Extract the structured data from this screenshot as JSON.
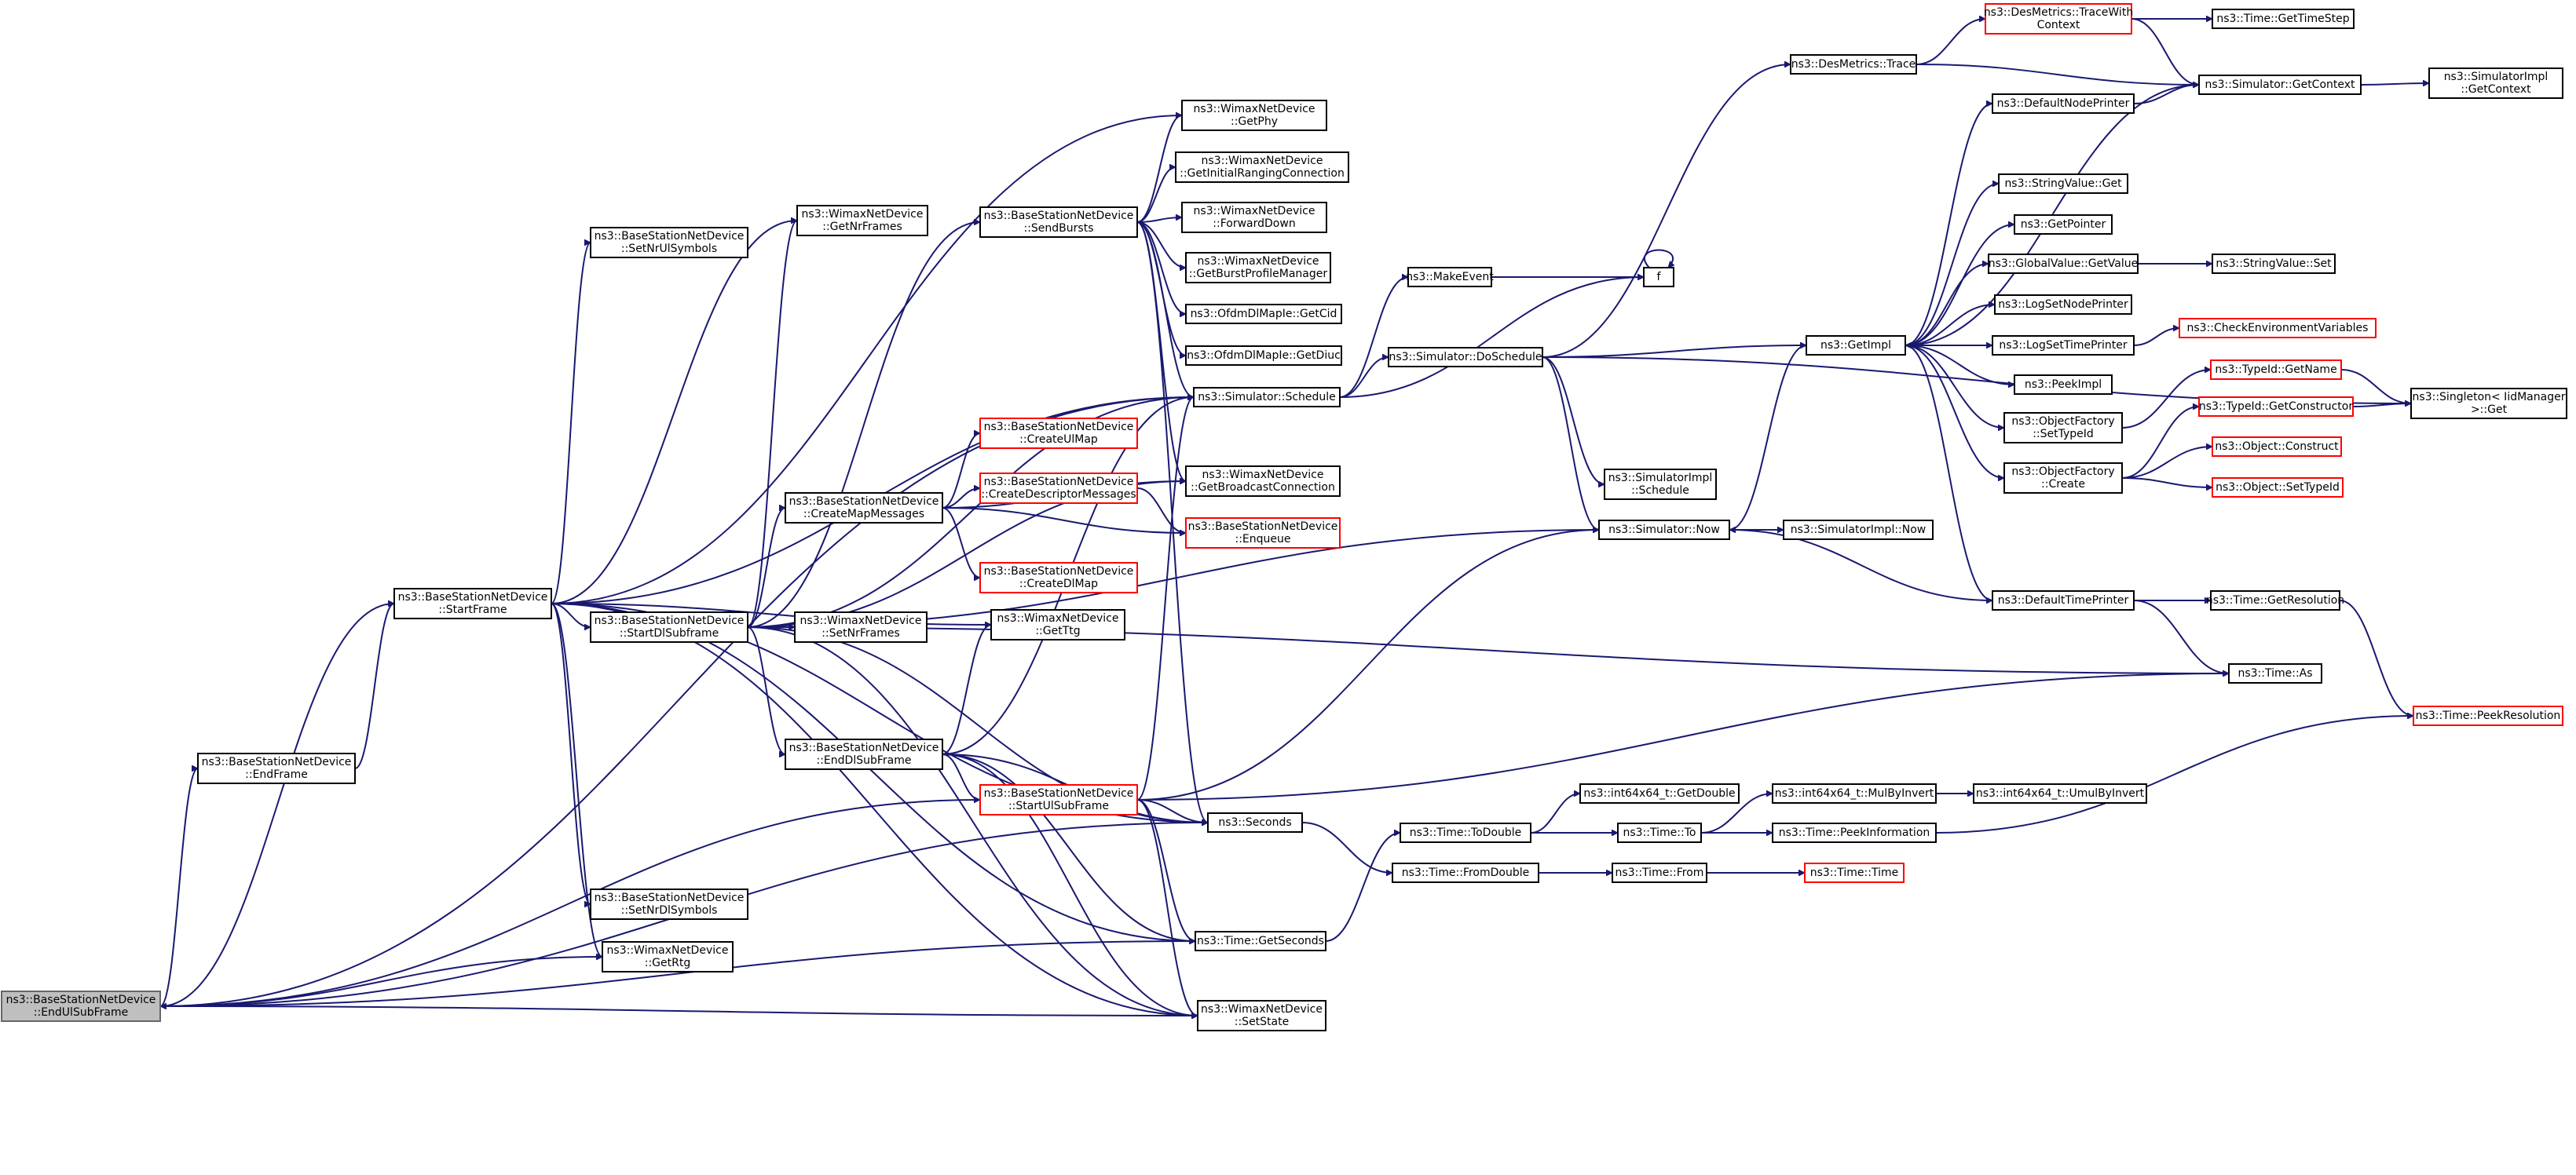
{
  "graph": {
    "root": "endul",
    "colors": {
      "edge": "#191970",
      "node_border": "#000000",
      "unresolved_border": "#ff0000",
      "root_fill": "#bfbfbf",
      "root_border": "#666666"
    },
    "nodes": [
      {
        "id": "endul",
        "lines": [
          "ns3::BaseStationNetDevice",
          "::EndUlSubFrame"
        ],
        "root": true
      },
      {
        "id": "endframe",
        "lines": [
          "ns3::BaseStationNetDevice",
          "::EndFrame"
        ]
      },
      {
        "id": "startframe",
        "lines": [
          "ns3::BaseStationNetDevice",
          "::StartFrame"
        ]
      },
      {
        "id": "setnrul",
        "lines": [
          "ns3::BaseStationNetDevice",
          "::SetNrUlSymbols"
        ]
      },
      {
        "id": "startdl",
        "lines": [
          "ns3::BaseStationNetDevice",
          "::StartDlSubframe"
        ]
      },
      {
        "id": "setnrdl",
        "lines": [
          "ns3::BaseStationNetDevice",
          "::SetNrDlSymbols"
        ]
      },
      {
        "id": "getrtg",
        "lines": [
          "ns3::WimaxNetDevice",
          "::GetRtg"
        ]
      },
      {
        "id": "getnrframes",
        "lines": [
          "ns3::WimaxNetDevice",
          "::GetNrFrames"
        ]
      },
      {
        "id": "sendbursts",
        "lines": [
          "ns3::BaseStationNetDevice",
          "::SendBursts"
        ]
      },
      {
        "id": "createmap",
        "lines": [
          "ns3::BaseStationNetDevice",
          "::CreateMapMessages"
        ]
      },
      {
        "id": "setnrframes",
        "lines": [
          "ns3::WimaxNetDevice",
          "::SetNrFrames"
        ]
      },
      {
        "id": "enddl",
        "lines": [
          "ns3::BaseStationNetDevice",
          "::EndDlSubFrame"
        ]
      },
      {
        "id": "startul",
        "lines": [
          "ns3::BaseStationNetDevice",
          "::StartUlSubFrame"
        ],
        "red": true
      },
      {
        "id": "gettime",
        "lines": [
          "ns3::WimaxNetDevice",
          "::GetTtg"
        ]
      },
      {
        "id": "createulmap",
        "lines": [
          "ns3::BaseStationNetDevice",
          "::CreateUlMap"
        ],
        "red": true
      },
      {
        "id": "createdesc",
        "lines": [
          "ns3::BaseStationNetDevice",
          "::CreateDescriptorMessages"
        ],
        "red": true
      },
      {
        "id": "createdlmap",
        "lines": [
          "ns3::BaseStationNetDevice",
          "::CreateDlMap"
        ],
        "red": true
      },
      {
        "id": "getphy",
        "lines": [
          "ns3::WimaxNetDevice",
          "::GetPhy"
        ]
      },
      {
        "id": "getinitial",
        "lines": [
          "ns3::WimaxNetDevice",
          "::GetInitialRangingConnection"
        ]
      },
      {
        "id": "forwarddown",
        "lines": [
          "ns3::WimaxNetDevice",
          "::ForwardDown"
        ]
      },
      {
        "id": "getburst",
        "lines": [
          "ns3::WimaxNetDevice",
          "::GetBurstProfileManager"
        ]
      },
      {
        "id": "getcid",
        "lines": [
          "ns3::OfdmDlMapIe::GetCid"
        ]
      },
      {
        "id": "getdiuc",
        "lines": [
          "ns3::OfdmDlMapIe::GetDiuc"
        ]
      },
      {
        "id": "schedule",
        "lines": [
          "ns3::Simulator::Schedule"
        ]
      },
      {
        "id": "getbroadcast",
        "lines": [
          "ns3::WimaxNetDevice",
          "::GetBroadcastConnection"
        ]
      },
      {
        "id": "enqueue",
        "lines": [
          "ns3::BaseStationNetDevice",
          "::Enqueue"
        ],
        "red": true
      },
      {
        "id": "seconds",
        "lines": [
          "ns3::Seconds"
        ]
      },
      {
        "id": "getseconds",
        "lines": [
          "ns3::Time::GetSeconds"
        ]
      },
      {
        "id": "setstate",
        "lines": [
          "ns3::WimaxNetDevice",
          "::SetState"
        ]
      },
      {
        "id": "makeevent",
        "lines": [
          "ns3::MakeEvent"
        ]
      },
      {
        "id": "f",
        "lines": [
          "f"
        ]
      },
      {
        "id": "doschedule",
        "lines": [
          "ns3::Simulator::DoSchedule"
        ]
      },
      {
        "id": "simimplsched",
        "lines": [
          "ns3::SimulatorImpl",
          "::Schedule"
        ]
      },
      {
        "id": "now",
        "lines": [
          "ns3::Simulator::Now"
        ]
      },
      {
        "id": "simimplnow",
        "lines": [
          "ns3::SimulatorImpl::Now"
        ]
      },
      {
        "id": "todouble",
        "lines": [
          "ns3::Time::ToDouble"
        ]
      },
      {
        "id": "fromdouble",
        "lines": [
          "ns3::Time::FromDouble"
        ]
      },
      {
        "id": "getdouble",
        "lines": [
          "ns3::int64x64_t::GetDouble"
        ]
      },
      {
        "id": "to",
        "lines": [
          "ns3::Time::To"
        ]
      },
      {
        "id": "from",
        "lines": [
          "ns3::Time::From"
        ]
      },
      {
        "id": "mulbyinvert",
        "lines": [
          "ns3::int64x64_t::MulByInvert"
        ]
      },
      {
        "id": "umulbyinvert",
        "lines": [
          "ns3::int64x64_t::UmulByInvert"
        ]
      },
      {
        "id": "peekinfo",
        "lines": [
          "ns3::Time::PeekInformation"
        ]
      },
      {
        "id": "timetime",
        "lines": [
          "ns3::Time::Time"
        ],
        "red": true
      },
      {
        "id": "desmetrics",
        "lines": [
          "ns3::DesMetrics::Trace"
        ]
      },
      {
        "id": "tracewith",
        "lines": [
          "ns3::DesMetrics::TraceWith",
          "Context"
        ],
        "red": true
      },
      {
        "id": "gettimestep",
        "lines": [
          "ns3::Time::GetTimeStep"
        ]
      },
      {
        "id": "getcontext",
        "lines": [
          "ns3::Simulator::GetContext"
        ]
      },
      {
        "id": "simimplctx",
        "lines": [
          "ns3::SimulatorImpl",
          "::GetContext"
        ]
      },
      {
        "id": "getimpl",
        "lines": [
          "ns3::GetImpl"
        ]
      },
      {
        "id": "defnodeprinter",
        "lines": [
          "ns3::DefaultNodePrinter"
        ]
      },
      {
        "id": "stringget",
        "lines": [
          "ns3::StringValue::Get"
        ]
      },
      {
        "id": "getpointer",
        "lines": [
          "ns3::GetPointer"
        ]
      },
      {
        "id": "globalget",
        "lines": [
          "ns3::GlobalValue::GetValue"
        ]
      },
      {
        "id": "stringset",
        "lines": [
          "ns3::StringValue::Set"
        ]
      },
      {
        "id": "lognodeprinter",
        "lines": [
          "ns3::LogSetNodePrinter"
        ]
      },
      {
        "id": "logtimeprinter",
        "lines": [
          "ns3::LogSetTimePrinter"
        ]
      },
      {
        "id": "checkenv",
        "lines": [
          "ns3::CheckEnvironmentVariables"
        ],
        "red": true
      },
      {
        "id": "peekimpl",
        "lines": [
          "ns3::PeekImpl"
        ]
      },
      {
        "id": "ofsettypeid",
        "lines": [
          "ns3::ObjectFactory",
          "::SetTypeId"
        ]
      },
      {
        "id": "ofcreate",
        "lines": [
          "ns3::ObjectFactory",
          "::Create"
        ]
      },
      {
        "id": "typeidgetname",
        "lines": [
          "ns3::TypeId::GetName"
        ],
        "red": true
      },
      {
        "id": "typeidgetctor",
        "lines": [
          "ns3::TypeId::GetConstructor"
        ],
        "red": true
      },
      {
        "id": "objconstruct",
        "lines": [
          "ns3::Object::Construct"
        ],
        "red": true
      },
      {
        "id": "objsettypeid",
        "lines": [
          "ns3::Object::SetTypeId"
        ],
        "red": true
      },
      {
        "id": "singleton",
        "lines": [
          "ns3::Singleton< IidManager",
          ">::Get"
        ]
      },
      {
        "id": "deftimeprinter",
        "lines": [
          "ns3::DefaultTimePrinter"
        ]
      },
      {
        "id": "getresolution",
        "lines": [
          "ns3::Time::GetResolution"
        ]
      },
      {
        "id": "timeas",
        "lines": [
          "ns3::Time::As"
        ]
      },
      {
        "id": "peekres",
        "lines": [
          "ns3::Time::PeekResolution"
        ],
        "red": true
      }
    ],
    "edges": [
      [
        "endul",
        "endframe"
      ],
      [
        "endul",
        "startframe"
      ],
      [
        "endul",
        "getrtg"
      ],
      [
        "endul",
        "schedule"
      ],
      [
        "endul",
        "seconds"
      ],
      [
        "endul",
        "getseconds"
      ],
      [
        "endul",
        "setstate"
      ],
      [
        "endframe",
        "startframe"
      ],
      [
        "startframe",
        "setnrul"
      ],
      [
        "startframe",
        "startdl"
      ],
      [
        "startframe",
        "setnrdl"
      ],
      [
        "startframe",
        "getrtg"
      ],
      [
        "startframe",
        "getnrframes"
      ],
      [
        "startframe",
        "gettime"
      ],
      [
        "startframe",
        "schedule"
      ],
      [
        "startframe",
        "seconds"
      ],
      [
        "startframe",
        "getseconds"
      ],
      [
        "startframe",
        "setstate"
      ],
      [
        "startframe",
        "getphy"
      ],
      [
        "startdl",
        "sendbursts"
      ],
      [
        "startdl",
        "createmap"
      ],
      [
        "startdl",
        "setnrframes"
      ],
      [
        "startdl",
        "enddl"
      ],
      [
        "startdl",
        "getnrframes"
      ],
      [
        "startdl",
        "schedule"
      ],
      [
        "startdl",
        "seconds"
      ],
      [
        "startdl",
        "setstate"
      ],
      [
        "startdl",
        "getbroadcast"
      ],
      [
        "startdl",
        "now"
      ],
      [
        "startdl",
        "timeas"
      ],
      [
        "sendbursts",
        "getphy"
      ],
      [
        "sendbursts",
        "getinitial"
      ],
      [
        "sendbursts",
        "forwarddown"
      ],
      [
        "sendbursts",
        "getburst"
      ],
      [
        "sendbursts",
        "getcid"
      ],
      [
        "sendbursts",
        "getdiuc"
      ],
      [
        "sendbursts",
        "schedule"
      ],
      [
        "sendbursts",
        "getbroadcast"
      ],
      [
        "sendbursts",
        "seconds"
      ],
      [
        "createmap",
        "createulmap"
      ],
      [
        "createmap",
        "createdesc"
      ],
      [
        "createmap",
        "createdlmap"
      ],
      [
        "createmap",
        "getbroadcast"
      ],
      [
        "createmap",
        "enqueue"
      ],
      [
        "createdesc",
        "enqueue"
      ],
      [
        "enddl",
        "startul"
      ],
      [
        "enddl",
        "gettime"
      ],
      [
        "enddl",
        "schedule"
      ],
      [
        "enddl",
        "seconds"
      ],
      [
        "enddl",
        "getseconds"
      ],
      [
        "enddl",
        "setstate"
      ],
      [
        "startul",
        "endul"
      ],
      [
        "startul",
        "schedule"
      ],
      [
        "startul",
        "seconds"
      ],
      [
        "startul",
        "getseconds"
      ],
      [
        "startul",
        "setstate"
      ],
      [
        "startul",
        "now"
      ],
      [
        "startul",
        "timeas"
      ],
      [
        "schedule",
        "makeevent"
      ],
      [
        "schedule",
        "f"
      ],
      [
        "schedule",
        "doschedule"
      ],
      [
        "makeevent",
        "f"
      ],
      [
        "f",
        "f"
      ],
      [
        "doschedule",
        "simimplsched"
      ],
      [
        "doschedule",
        "now"
      ],
      [
        "doschedule",
        "desmetrics"
      ],
      [
        "doschedule",
        "getimpl"
      ],
      [
        "doschedule",
        "singleton"
      ],
      [
        "now",
        "simimplnow"
      ],
      [
        "now",
        "getimpl"
      ],
      [
        "seconds",
        "fromdouble"
      ],
      [
        "getseconds",
        "todouble"
      ],
      [
        "todouble",
        "getdouble"
      ],
      [
        "todouble",
        "to"
      ],
      [
        "fromdouble",
        "from"
      ],
      [
        "to",
        "mulbyinvert"
      ],
      [
        "to",
        "peekinfo"
      ],
      [
        "from",
        "timetime"
      ],
      [
        "mulbyinvert",
        "umulbyinvert"
      ],
      [
        "peekinfo",
        "peekres"
      ],
      [
        "desmetrics",
        "tracewith"
      ],
      [
        "desmetrics",
        "getcontext"
      ],
      [
        "tracewith",
        "gettimestep"
      ],
      [
        "tracewith",
        "getcontext"
      ],
      [
        "getcontext",
        "simimplctx"
      ],
      [
        "getcontext",
        "getimpl"
      ],
      [
        "getimpl",
        "defnodeprinter"
      ],
      [
        "getimpl",
        "stringget"
      ],
      [
        "getimpl",
        "getpointer"
      ],
      [
        "getimpl",
        "globalget"
      ],
      [
        "getimpl",
        "lognodeprinter"
      ],
      [
        "getimpl",
        "logtimeprinter"
      ],
      [
        "getimpl",
        "peekimpl"
      ],
      [
        "getimpl",
        "ofsettypeid"
      ],
      [
        "getimpl",
        "ofcreate"
      ],
      [
        "getimpl",
        "deftimeprinter"
      ],
      [
        "defnodeprinter",
        "getcontext"
      ],
      [
        "globalget",
        "stringset"
      ],
      [
        "logtimeprinter",
        "checkenv"
      ],
      [
        "ofsettypeid",
        "typeidgetname"
      ],
      [
        "ofcreate",
        "typeidgetctor"
      ],
      [
        "ofcreate",
        "objconstruct"
      ],
      [
        "ofcreate",
        "objsettypeid"
      ],
      [
        "typeidgetname",
        "singleton"
      ],
      [
        "typeidgetctor",
        "singleton"
      ],
      [
        "deftimeprinter",
        "now"
      ],
      [
        "deftimeprinter",
        "getresolution"
      ],
      [
        "deftimeprinter",
        "timeas"
      ],
      [
        "getresolution",
        "peekres"
      ]
    ]
  }
}
